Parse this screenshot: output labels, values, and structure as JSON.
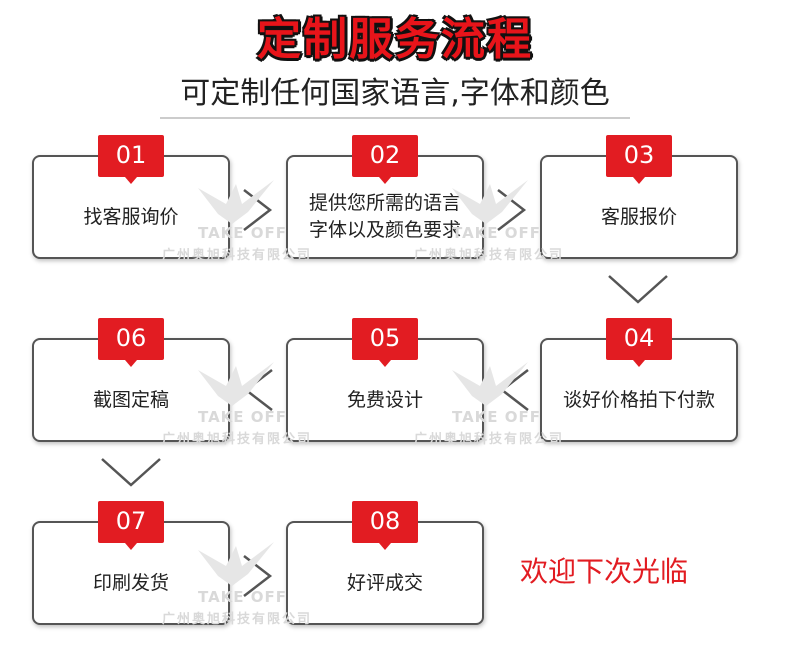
{
  "header": {
    "title": "定制服务流程",
    "subtitle": "可定制任何国家语言,字体和颜色"
  },
  "steps": [
    {
      "number": "01",
      "label": "找客服询价"
    },
    {
      "number": "02",
      "label": "提供您所需的语言\n字体以及颜色要求"
    },
    {
      "number": "03",
      "label": "客服报价"
    },
    {
      "number": "04",
      "label": "谈好价格拍下付款"
    },
    {
      "number": "05",
      "label": "免费设计"
    },
    {
      "number": "06",
      "label": "截图定稿"
    },
    {
      "number": "07",
      "label": "印刷发货"
    },
    {
      "number": "08",
      "label": "好评成交"
    }
  ],
  "watermark": {
    "logo": "TAKE OFF",
    "company": "广州奥旭科技有限公司"
  },
  "closing": "欢迎下次光临",
  "colors": {
    "accent": "#e21c22",
    "border": "#555555",
    "text": "#222222"
  }
}
